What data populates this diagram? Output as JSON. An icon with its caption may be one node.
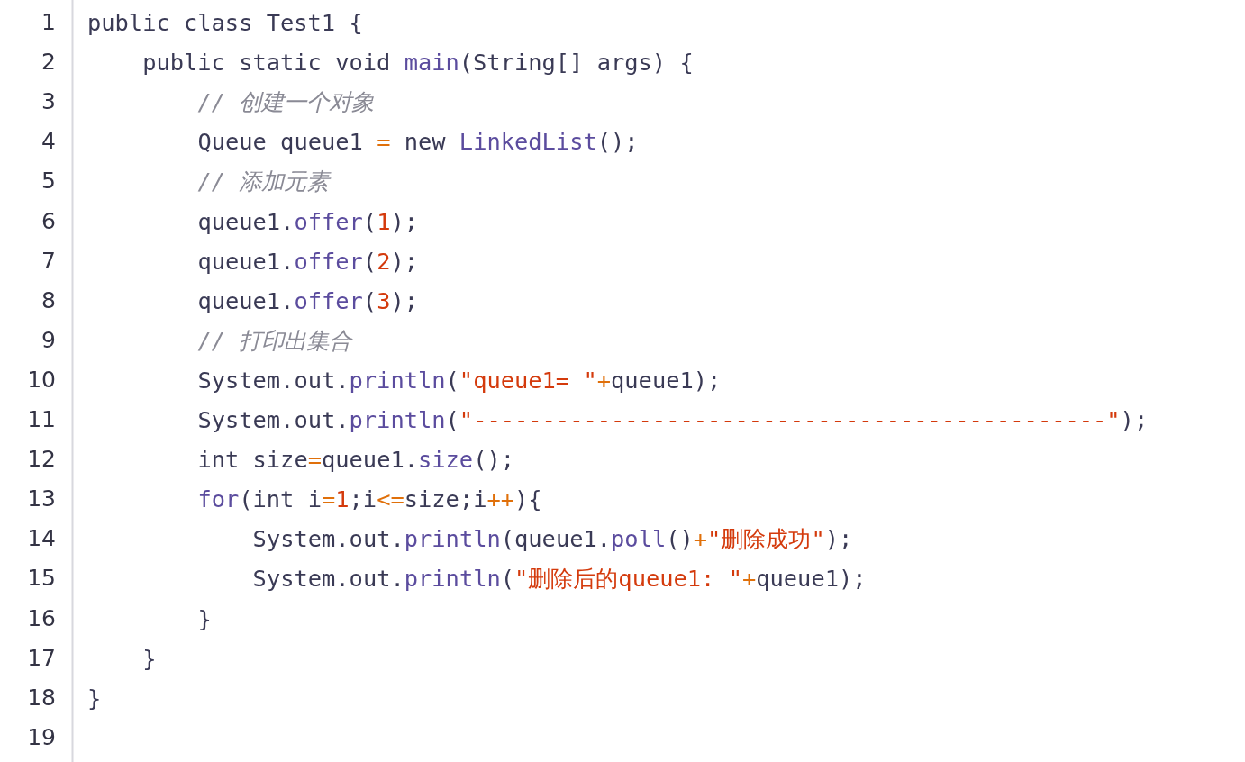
{
  "diagram": {
    "labels": [
      "1",
      "public class Test1 {",
      "2",
      "public static void main(String[] args) {",
      "3",
      "// 创建一个对象",
      "4",
      "Queue queue1 = new LinkedList();",
      "5",
      "// 添加元素",
      "6",
      "queue1.offer(1);",
      "7",
      "queue1.offer(2);",
      "8",
      "queue1.offer(3);",
      "9",
      "// 打印出集合",
      "10",
      "System.out.println(\"queue1= \"+queue1);",
      "11",
      "System.out.println(\"----------------------------------------------\");",
      "12",
      "int size=queue1.size();",
      "13",
      "for(int i=1;i<=size;i++){",
      "14",
      "System.out.println(queue1.poll()+\"删除成功\");",
      "15",
      "System.out.println(\"删除后的queue1: \"+queue1);",
      "16",
      "}",
      "17",
      "}",
      "18",
      "}",
      "19"
    ]
  }
}
